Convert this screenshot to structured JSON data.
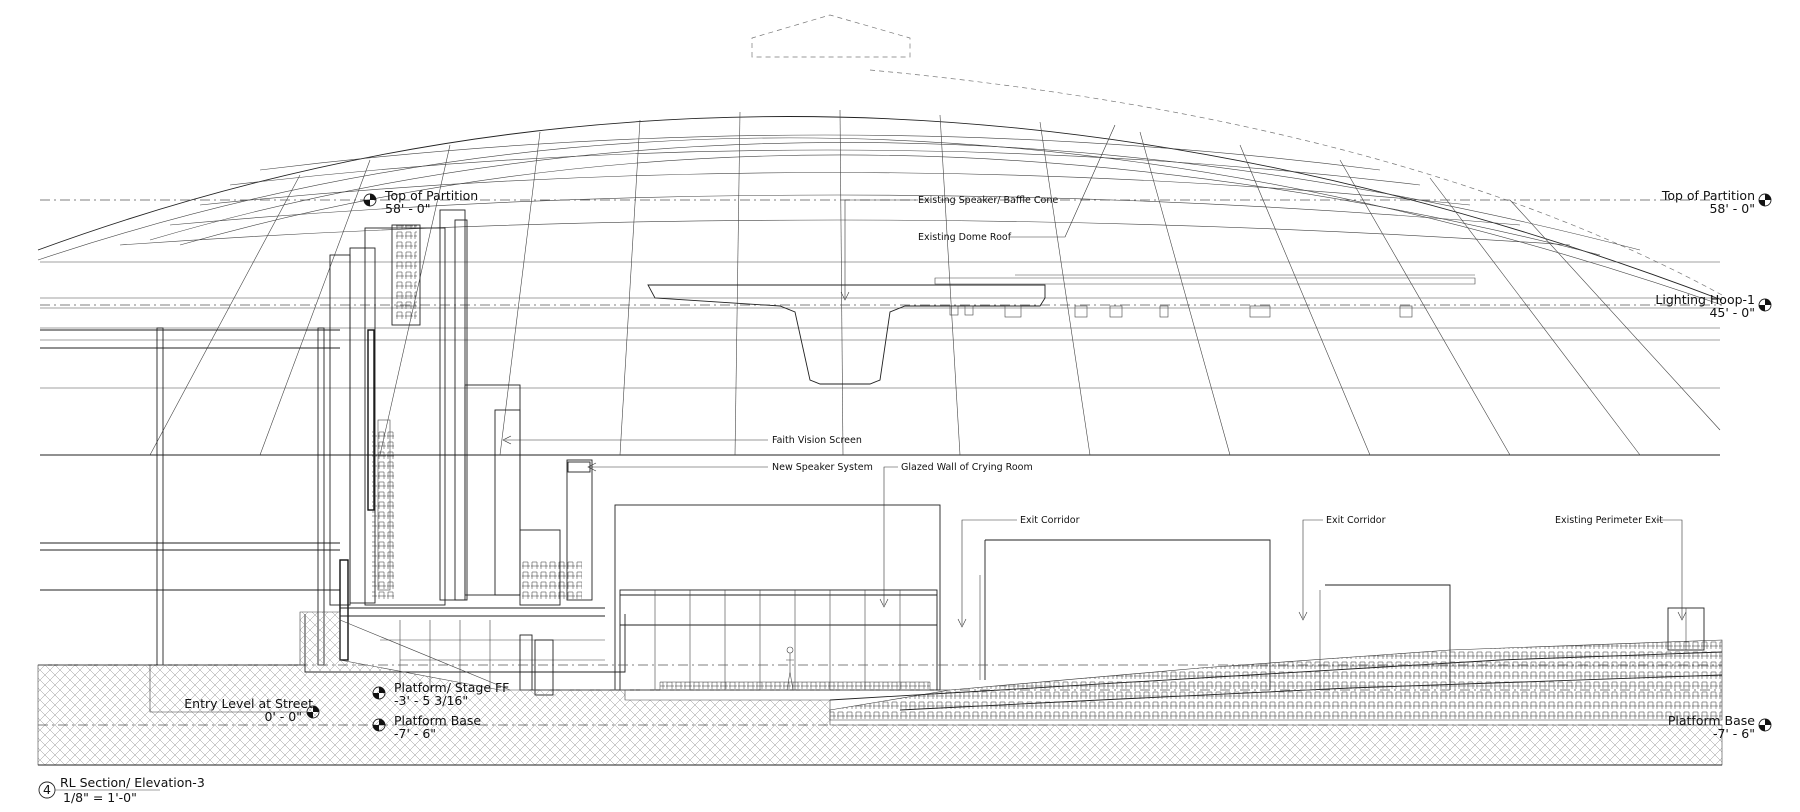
{
  "drawing": {
    "title": "RL Section/ Elevation-3",
    "scale": "1/8\" = 1'-0\"",
    "view_number": "4"
  },
  "levels": [
    {
      "id": "top-of-partition-left",
      "name": "Top of Partition",
      "value": "58' - 0\""
    },
    {
      "id": "top-of-partition-right",
      "name": "Top of Partition",
      "value": "58' - 0\""
    },
    {
      "id": "lighting-hoop",
      "name": "Lighting Hoop-1",
      "value": "45' - 0\""
    },
    {
      "id": "entry-level",
      "name": "Entry Level at Street",
      "value": "0' - 0\""
    },
    {
      "id": "platform-stage",
      "name": "Platform/ Stage FF",
      "value": "-3' - 5 3/16\""
    },
    {
      "id": "platform-base-left",
      "name": "Platform Base",
      "value": "-7' - 6\""
    },
    {
      "id": "platform-base-right",
      "name": "Platform Base",
      "value": "-7' - 6\""
    }
  ],
  "annotations": [
    {
      "id": "speaker-baffle-cone",
      "text": "Existing Speaker/ Baffle Cone"
    },
    {
      "id": "dome-roof",
      "text": "Existing Dome Roof"
    },
    {
      "id": "faith-vision-screen",
      "text": "Faith Vision Screen"
    },
    {
      "id": "new-speaker-system",
      "text": "New Speaker System"
    },
    {
      "id": "glazed-wall",
      "text": "Glazed Wall of Crying Room"
    },
    {
      "id": "exit-corridor-1",
      "text": "Exit Corridor"
    },
    {
      "id": "exit-corridor-2",
      "text": "Exit Corridor"
    },
    {
      "id": "perimeter-exit",
      "text": "Existing  Perimeter  Exit"
    }
  ]
}
